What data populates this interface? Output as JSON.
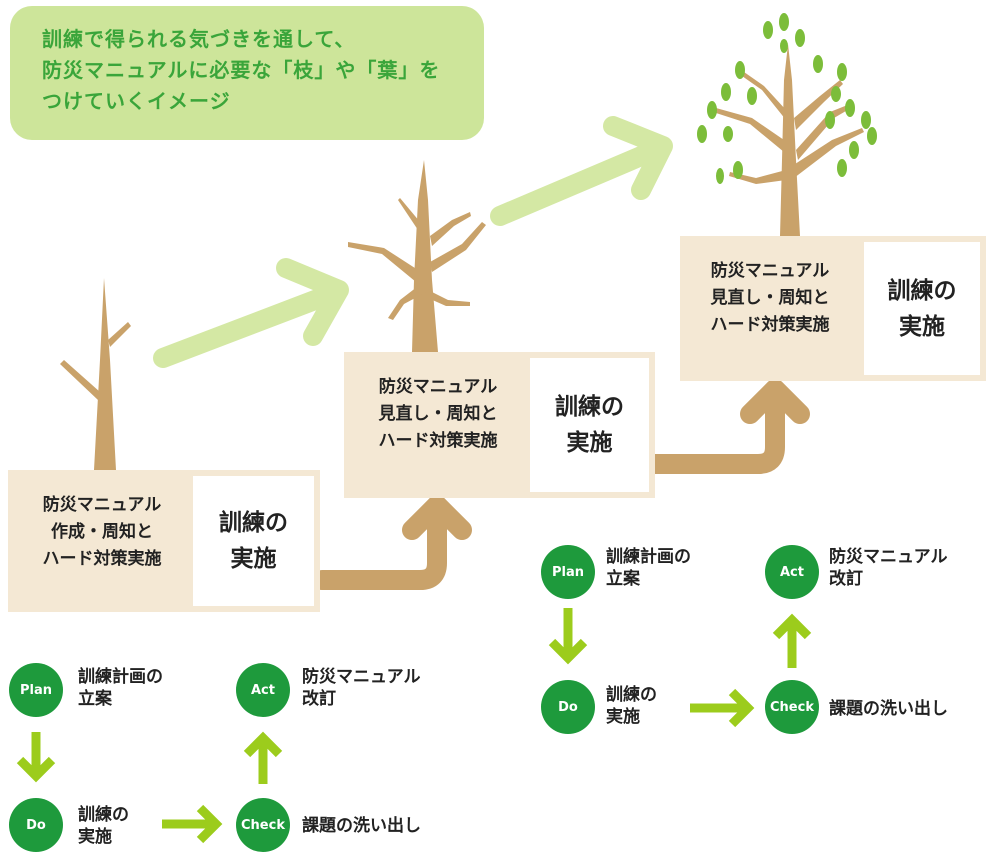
{
  "callout": {
    "lines": [
      "訓練で得られる気づきを通して、",
      "防災マニュアルに必要な「枝」や「葉」を",
      "つけていくイメージ"
    ]
  },
  "stages": [
    {
      "left_lines": [
        "防災マニュアル",
        "作成・周知と",
        "ハード対策実施"
      ],
      "right_lines": [
        "訓練の",
        "実施"
      ]
    },
    {
      "left_lines": [
        "防災マニュアル",
        "見直し・周知と",
        "ハード対策実施"
      ],
      "right_lines": [
        "訓練の",
        "実施"
      ]
    },
    {
      "left_lines": [
        "防災マニュアル",
        "見直し・周知と",
        "ハード対策実施"
      ],
      "right_lines": [
        "訓練の",
        "実施"
      ]
    }
  ],
  "pdca": [
    {
      "plan_node": "Plan",
      "plan_lines": [
        "訓練計画の",
        "立案"
      ],
      "do_node": "Do",
      "do_lines": [
        "訓練の",
        "実施"
      ],
      "check_node": "Check",
      "check_label": "課題の洗い出し",
      "act_node": "Act",
      "act_lines": [
        "防災マニュアル",
        "改訂"
      ]
    },
    {
      "plan_node": "Plan",
      "plan_lines": [
        "訓練計画の",
        "立案"
      ],
      "do_node": "Do",
      "do_lines": [
        "訓練の",
        "実施"
      ],
      "check_node": "Check",
      "check_label": "課題の洗い出し",
      "act_node": "Act",
      "act_lines": [
        "防災マニュアル",
        "改訂"
      ]
    }
  ],
  "colors": {
    "callout_bg": "#cde59a",
    "callout_text": "#3aa53a",
    "stage_bg": "#f4e8d4",
    "trunk": "#c9a26a",
    "growth_arrow": "#d4e8a4",
    "node": "#1e9a3c",
    "pdca_arrow": "#9ccc1c",
    "leaf": "#7cbd3a"
  }
}
